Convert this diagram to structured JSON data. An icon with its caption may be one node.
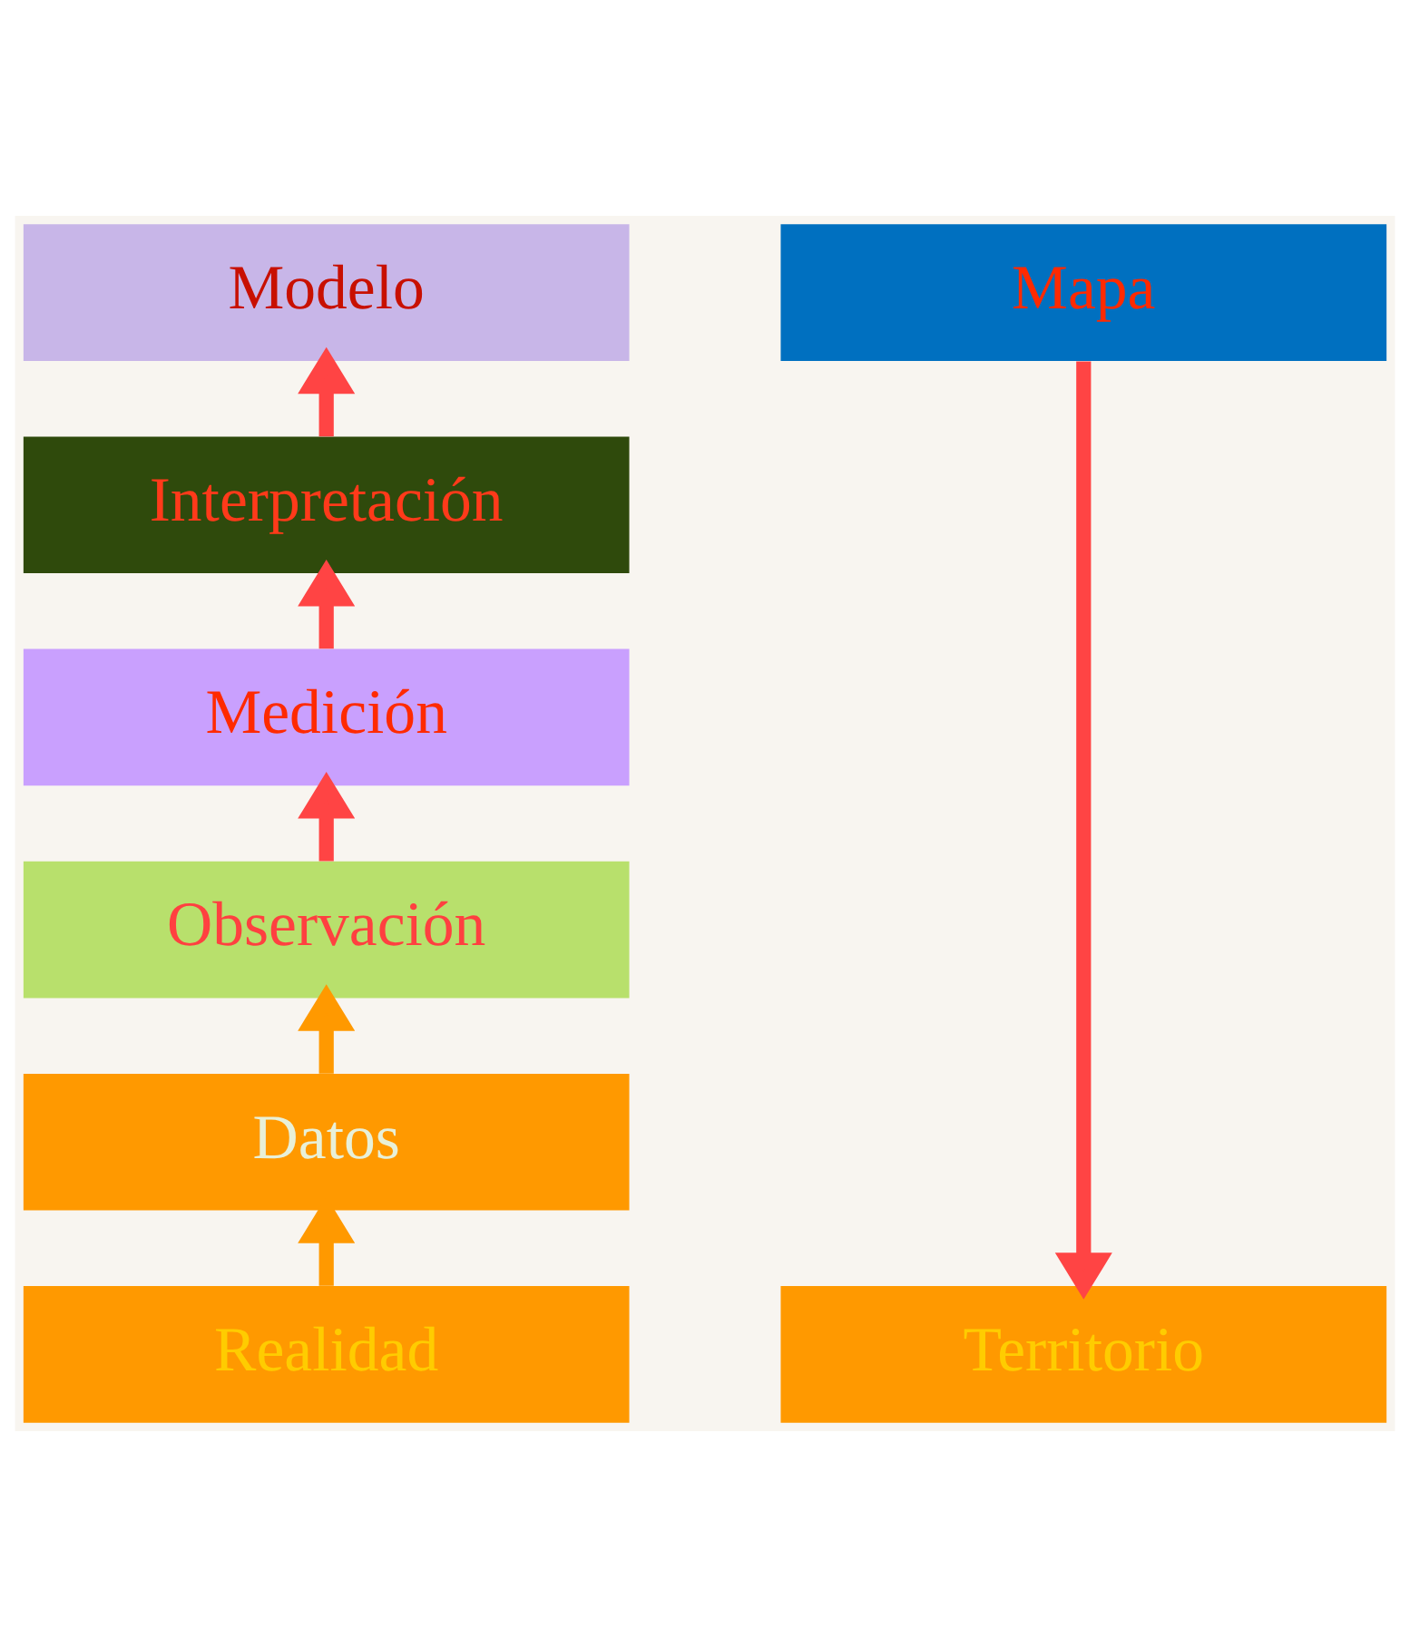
{
  "diagram": {
    "nodes": [
      {
        "text": [
          "Modelo"
        ]
      },
      {
        "text": [
          "Mapa"
        ]
      },
      {
        "text": [
          "Interpretación"
        ]
      },
      {
        "text": [
          "Medición"
        ]
      },
      {
        "text": [
          "Observación"
        ]
      },
      {
        "text": [
          "Datos"
        ]
      },
      {
        "text": [
          "Realidad"
        ]
      },
      {
        "text": [
          "Territorio"
        ]
      }
    ],
    "edges": [
      {
        "from": 6,
        "to": 5,
        "arrow": "to",
        "color": "#ff9900"
      },
      {
        "from": 5,
        "to": 4,
        "arrow": "to",
        "color": "#ff9900"
      },
      {
        "from": 4,
        "to": 3,
        "arrow": "to"
      },
      {
        "from": 3,
        "to": 2,
        "arrow": "to"
      },
      {
        "from": 2,
        "to": 0,
        "arrow": "to"
      },
      {
        "from": 1,
        "to": 7,
        "arrow": "to"
      }
    ]
  }
}
